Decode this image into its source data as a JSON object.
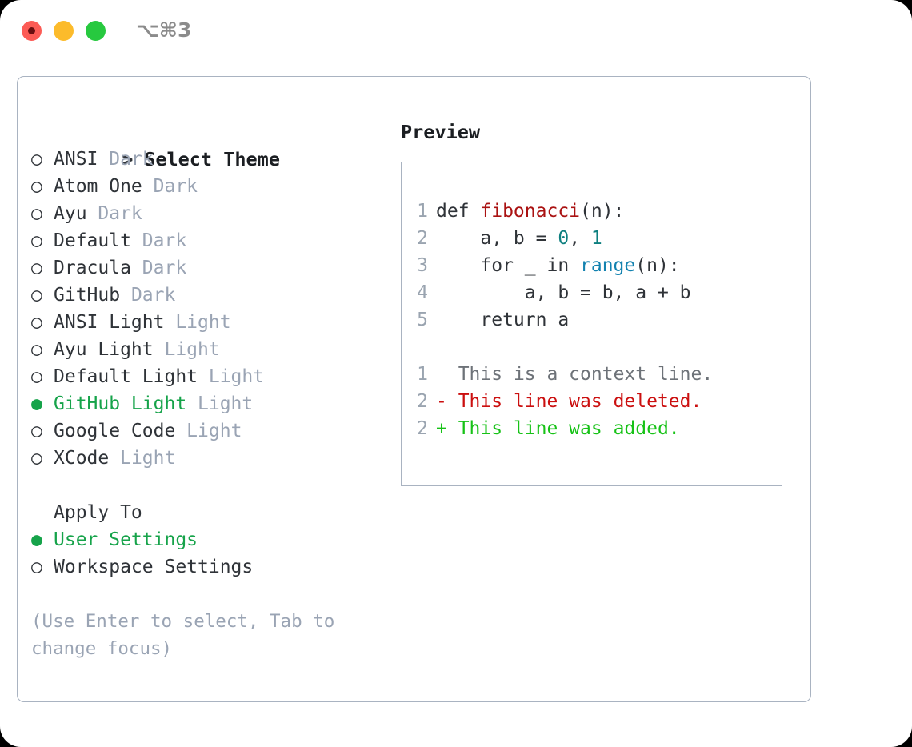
{
  "titlebar": {
    "shortcut": "⌥⌘3",
    "buttons": [
      "close",
      "minimize",
      "zoom"
    ]
  },
  "theme_panel": {
    "header_marker": ">",
    "header": "Select Theme",
    "unselected_marker": "○",
    "selected_marker": "●",
    "items": [
      {
        "marker": "○",
        "label": "ANSI",
        "variant": "Dark",
        "selected": false
      },
      {
        "marker": "○",
        "label": "Atom One",
        "variant": "Dark",
        "selected": false
      },
      {
        "marker": "○",
        "label": "Ayu",
        "variant": "Dark",
        "selected": false
      },
      {
        "marker": "○",
        "label": "Default",
        "variant": "Dark",
        "selected": false
      },
      {
        "marker": "○",
        "label": "Dracula",
        "variant": "Dark",
        "selected": false
      },
      {
        "marker": "○",
        "label": "GitHub",
        "variant": "Dark",
        "selected": false
      },
      {
        "marker": "○",
        "label": "ANSI Light",
        "variant": "Light",
        "selected": false
      },
      {
        "marker": "○",
        "label": "Ayu Light",
        "variant": "Light",
        "selected": false
      },
      {
        "marker": "○",
        "label": "Default Light",
        "variant": "Light",
        "selected": false
      },
      {
        "marker": "●",
        "label": "GitHub Light",
        "variant": "Light",
        "selected": true
      },
      {
        "marker": "○",
        "label": "Google Code",
        "variant": "Light",
        "selected": false
      },
      {
        "marker": "○",
        "label": "XCode",
        "variant": "Light",
        "selected": false
      }
    ]
  },
  "apply_to": {
    "title": "Apply To",
    "options": [
      {
        "marker": "●",
        "label": "User Settings",
        "selected": true
      },
      {
        "marker": "○",
        "label": "Workspace Settings",
        "selected": false
      }
    ]
  },
  "hint": "(Use Enter to select, Tab to change focus)",
  "preview": {
    "title": "Preview",
    "code_lines": [
      {
        "no": "1",
        "parts": [
          {
            "t": "def ",
            "c": "plain"
          },
          {
            "t": "fibonacci",
            "c": "fn"
          },
          {
            "t": "(n):",
            "c": "plain"
          }
        ]
      },
      {
        "no": "2",
        "parts": [
          {
            "t": "    a, b = ",
            "c": "plain"
          },
          {
            "t": "0",
            "c": "num"
          },
          {
            "t": ", ",
            "c": "plain"
          },
          {
            "t": "1",
            "c": "num"
          }
        ]
      },
      {
        "no": "3",
        "parts": [
          {
            "t": "    for _ in ",
            "c": "plain"
          },
          {
            "t": "range",
            "c": "call"
          },
          {
            "t": "(n):",
            "c": "plain"
          }
        ]
      },
      {
        "no": "4",
        "parts": [
          {
            "t": "        a, b = b, a + b",
            "c": "plain"
          }
        ]
      },
      {
        "no": "5",
        "parts": [
          {
            "t": "    return a",
            "c": "plain"
          }
        ]
      }
    ],
    "diff_lines": [
      {
        "no": "1",
        "sign": " ",
        "text": "This is a context line.",
        "kind": "context"
      },
      {
        "no": "2",
        "sign": "-",
        "text": "This line was deleted.",
        "kind": "deleted"
      },
      {
        "no": "2",
        "sign": "+",
        "text": "This line was added.",
        "kind": "added"
      }
    ]
  },
  "colors": {
    "selected_green": "#16a34a",
    "muted_gray": "#9aa4b4",
    "border": "#a9b3c1",
    "diff_deleted": "#cb0f0f",
    "diff_added": "#17c217",
    "code_function": "#aa1212",
    "code_number": "#0d7f7f",
    "code_call": "#1382b0",
    "dot_red": "#fc5b55",
    "dot_amber": "#fcbb2b",
    "dot_green": "#27c93f"
  }
}
